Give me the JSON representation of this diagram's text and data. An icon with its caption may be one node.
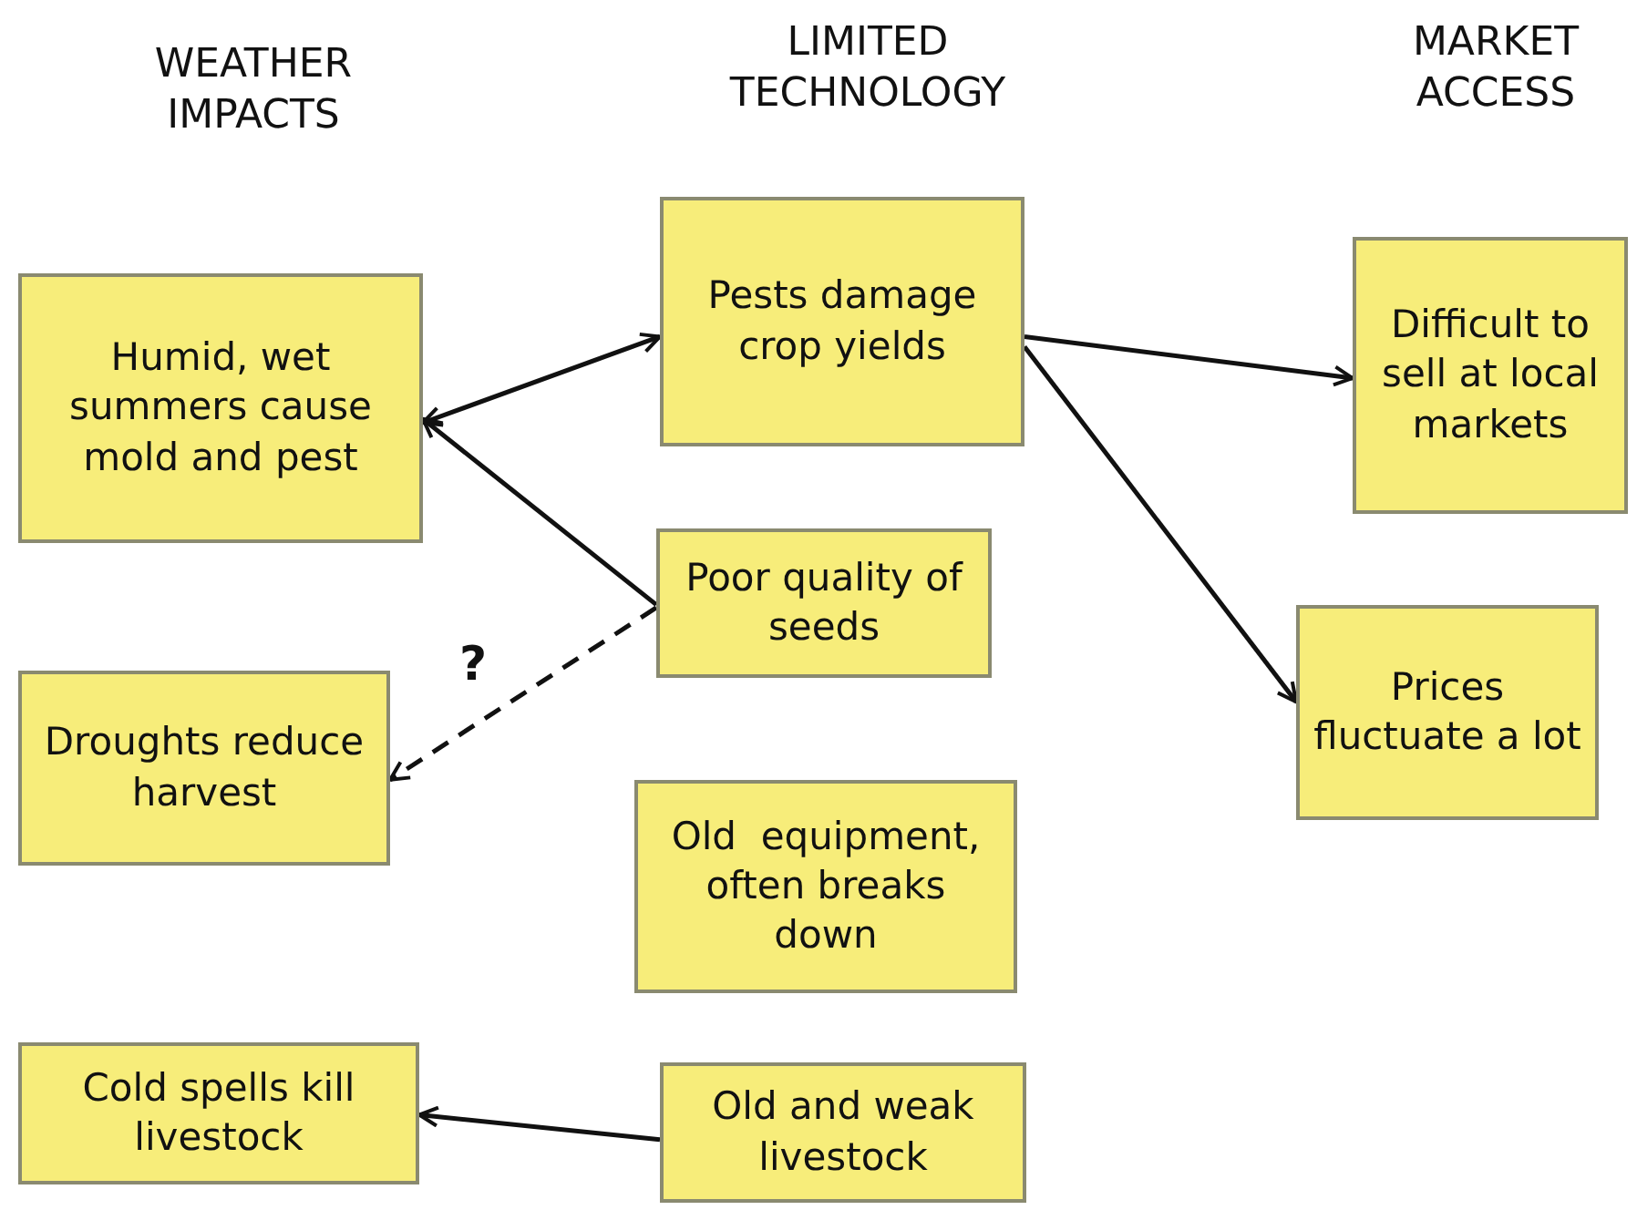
{
  "diagram": {
    "nodes": [
      {
        "text": [
          "Humid, wet summers cause mold and pest"
        ]
      },
      {
        "text": [
          "Droughts reduce harvest"
        ]
      },
      {
        "text": [
          "Cold spells kill livestock"
        ]
      },
      {
        "text": [
          "Pests damage crop yields"
        ]
      },
      {
        "text": [
          "Poor quality of seeds"
        ]
      },
      {
        "text": [
          "Old  equipment, often breaks down"
        ]
      },
      {
        "text": [
          "Old and weak livestock"
        ]
      },
      {
        "text": [
          "Difficult to sell at local markets"
        ]
      },
      {
        "text": [
          "Prices fluctuate a lot"
        ]
      }
    ],
    "edges": [
      {
        "from": 0,
        "to": 3,
        "arrow": "both"
      },
      {
        "from": 4,
        "to": 0,
        "arrow": "to"
      },
      {
        "from": 4,
        "to": 1,
        "arrow": "to",
        "style": "dashed",
        "label": "?"
      },
      {
        "from": 3,
        "to": 7,
        "arrow": "to"
      },
      {
        "from": 3,
        "to": 8,
        "arrow": "to"
      },
      {
        "from": 6,
        "to": 2,
        "arrow": "to"
      }
    ],
    "labels": [
      "WEATHER IMPACTS",
      "LIMITED TECHNOLOGY",
      "MARKET ACCESS"
    ]
  }
}
